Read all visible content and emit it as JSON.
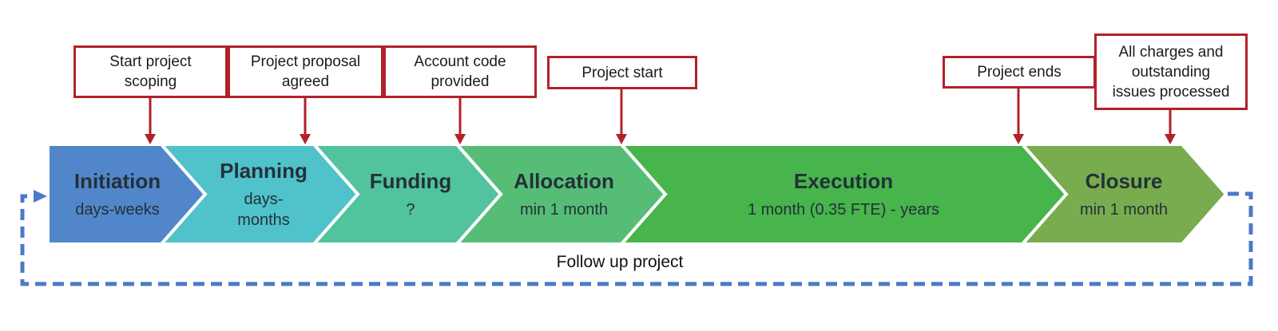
{
  "colors": {
    "red": "#b12228",
    "loop_blue": "#4b79c7",
    "phase_text": "#243039"
  },
  "callouts": [
    {
      "label": "Start project\nscoping"
    },
    {
      "label": "Project proposal\nagreed"
    },
    {
      "label": "Account code\nprovided"
    },
    {
      "label": "Project start"
    },
    {
      "label": "Project ends"
    },
    {
      "label": "All charges and\noutstanding\nissues processed"
    }
  ],
  "phases": [
    {
      "title": "Initiation",
      "duration": "days-weeks",
      "color": "#5187ca"
    },
    {
      "title": "Planning",
      "duration": "days-\nmonths",
      "color": "#4fc2ca"
    },
    {
      "title": "Funding",
      "duration": "?",
      "color": "#51c39d"
    },
    {
      "title": "Allocation",
      "duration": "min 1 month",
      "color": "#56bd76"
    },
    {
      "title": "Execution",
      "duration": "1 month (0.35 FTE) - years",
      "color": "#47b44c"
    },
    {
      "title": "Closure",
      "duration": "min 1 month",
      "color": "#78ac4f"
    }
  ],
  "loop": {
    "label": "Follow up project"
  }
}
